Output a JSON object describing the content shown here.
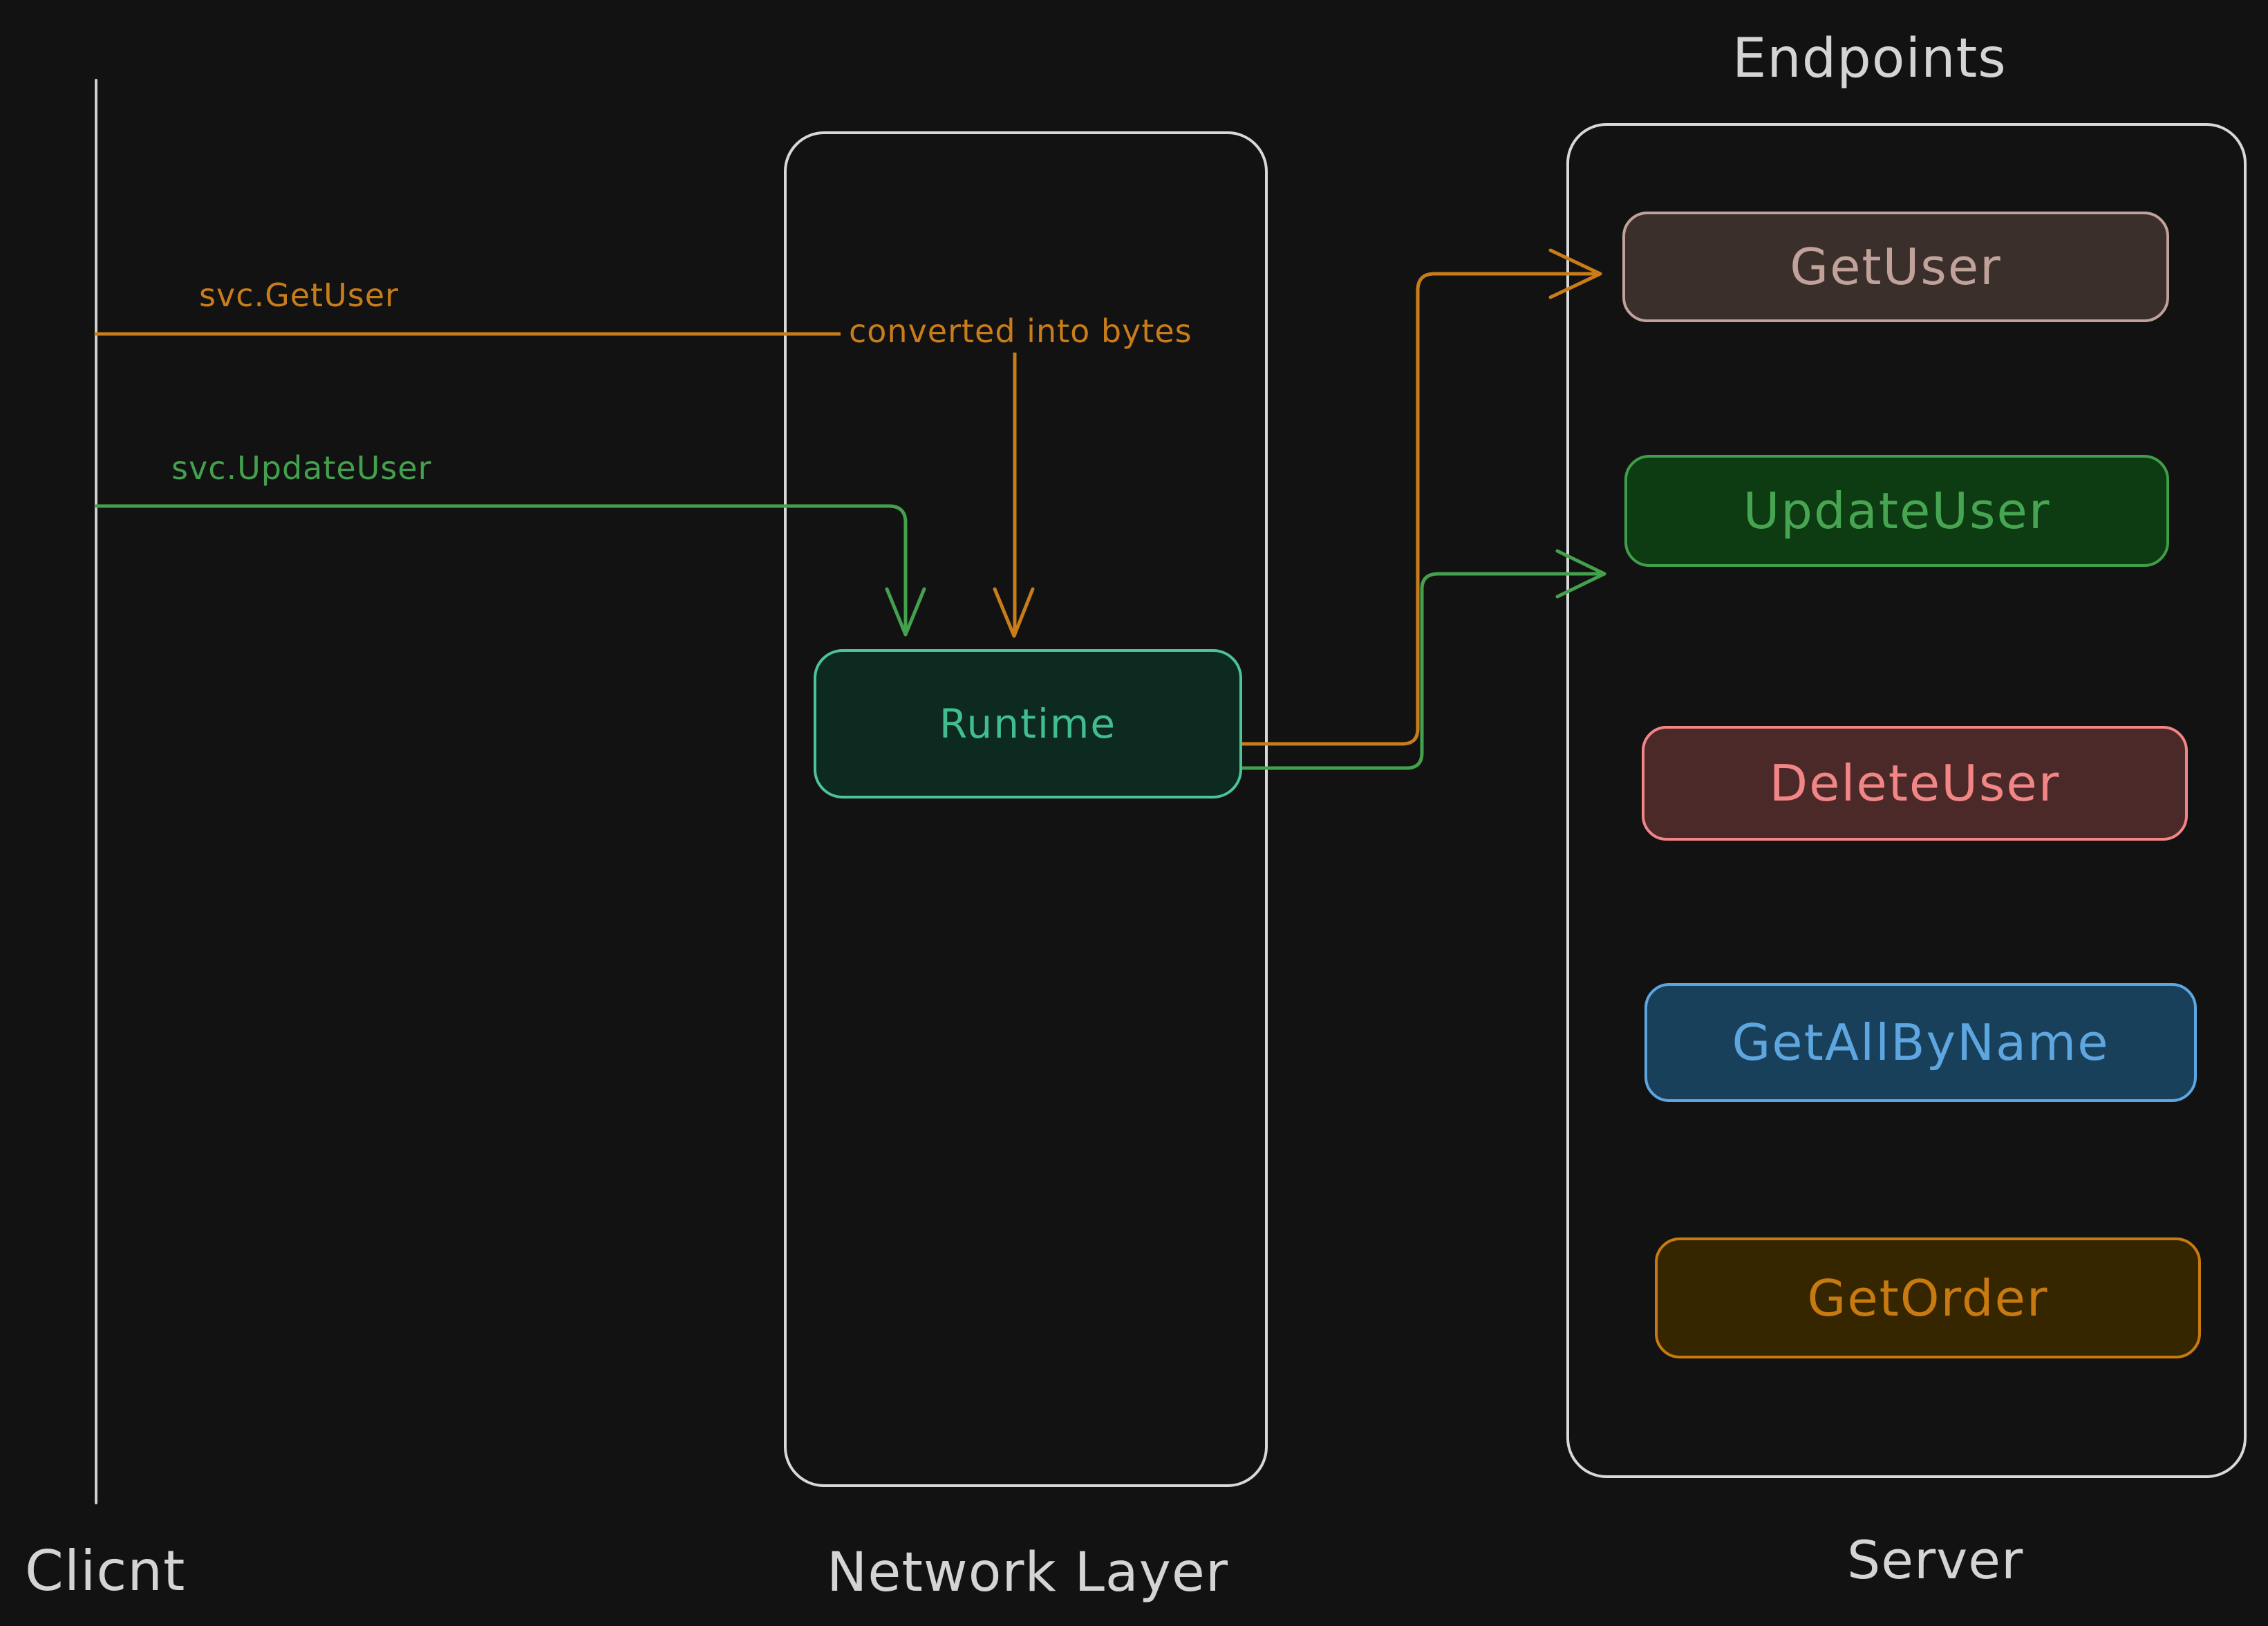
{
  "colors": {
    "background": "#121212",
    "stroke_gray": "#d4d4d4",
    "orange": "#c87d1a",
    "green": "#43a14d",
    "teal": "#45bf95"
  },
  "client": {
    "label": "Clicnt"
  },
  "network_layer": {
    "label": "Network Layer",
    "runtime": {
      "label": "Runtime",
      "border": "#4cc39a",
      "fill": "#0c2a20"
    }
  },
  "server": {
    "label": "Server",
    "title": "Endpoints",
    "endpoints": [
      {
        "label": "GetUser",
        "color": "#c0a29a",
        "fill": "#3a2f2b"
      },
      {
        "label": "UpdateUser",
        "color": "#47a552",
        "fill": "#0d3b12"
      },
      {
        "label": "DeleteUser",
        "color": "#f28585",
        "fill": "#4c2929"
      },
      {
        "label": "GetAllByName",
        "color": "#5ea6e0",
        "fill": "#19405a"
      },
      {
        "label": "GetOrder",
        "color": "#c87a10",
        "fill": "#352600"
      }
    ]
  },
  "arrows": {
    "svc_get_user": "svc.GetUser",
    "svc_update_user": "svc.UpdateUser",
    "converted": "converted into bytes"
  }
}
